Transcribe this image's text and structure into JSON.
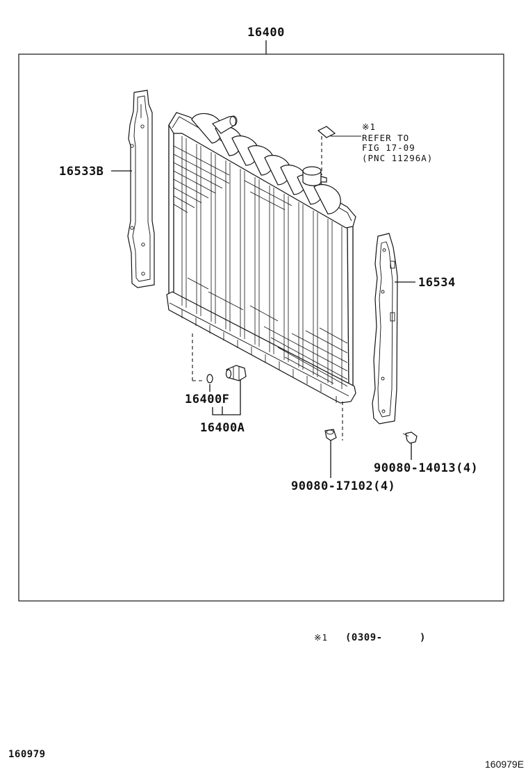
{
  "diagram": {
    "assembly_pn": "16400",
    "labels": {
      "left_support": "16533B",
      "right_support": "16534",
      "drain_o_ring": "16400F",
      "drain_cock": "16400A",
      "lower_cushion": "90080-17102(4)",
      "bolt": "90080-14013(4)"
    },
    "refer_note": {
      "mark": "※1",
      "line1": "REFER TO",
      "line2": "FIG 17-09",
      "line3": "(PNC 11296A)"
    },
    "footnote": {
      "mark": "※1",
      "range_start": "(0309-",
      "range_end": ")"
    },
    "footer": {
      "left_code": "160979",
      "right_code": "160979E"
    }
  }
}
